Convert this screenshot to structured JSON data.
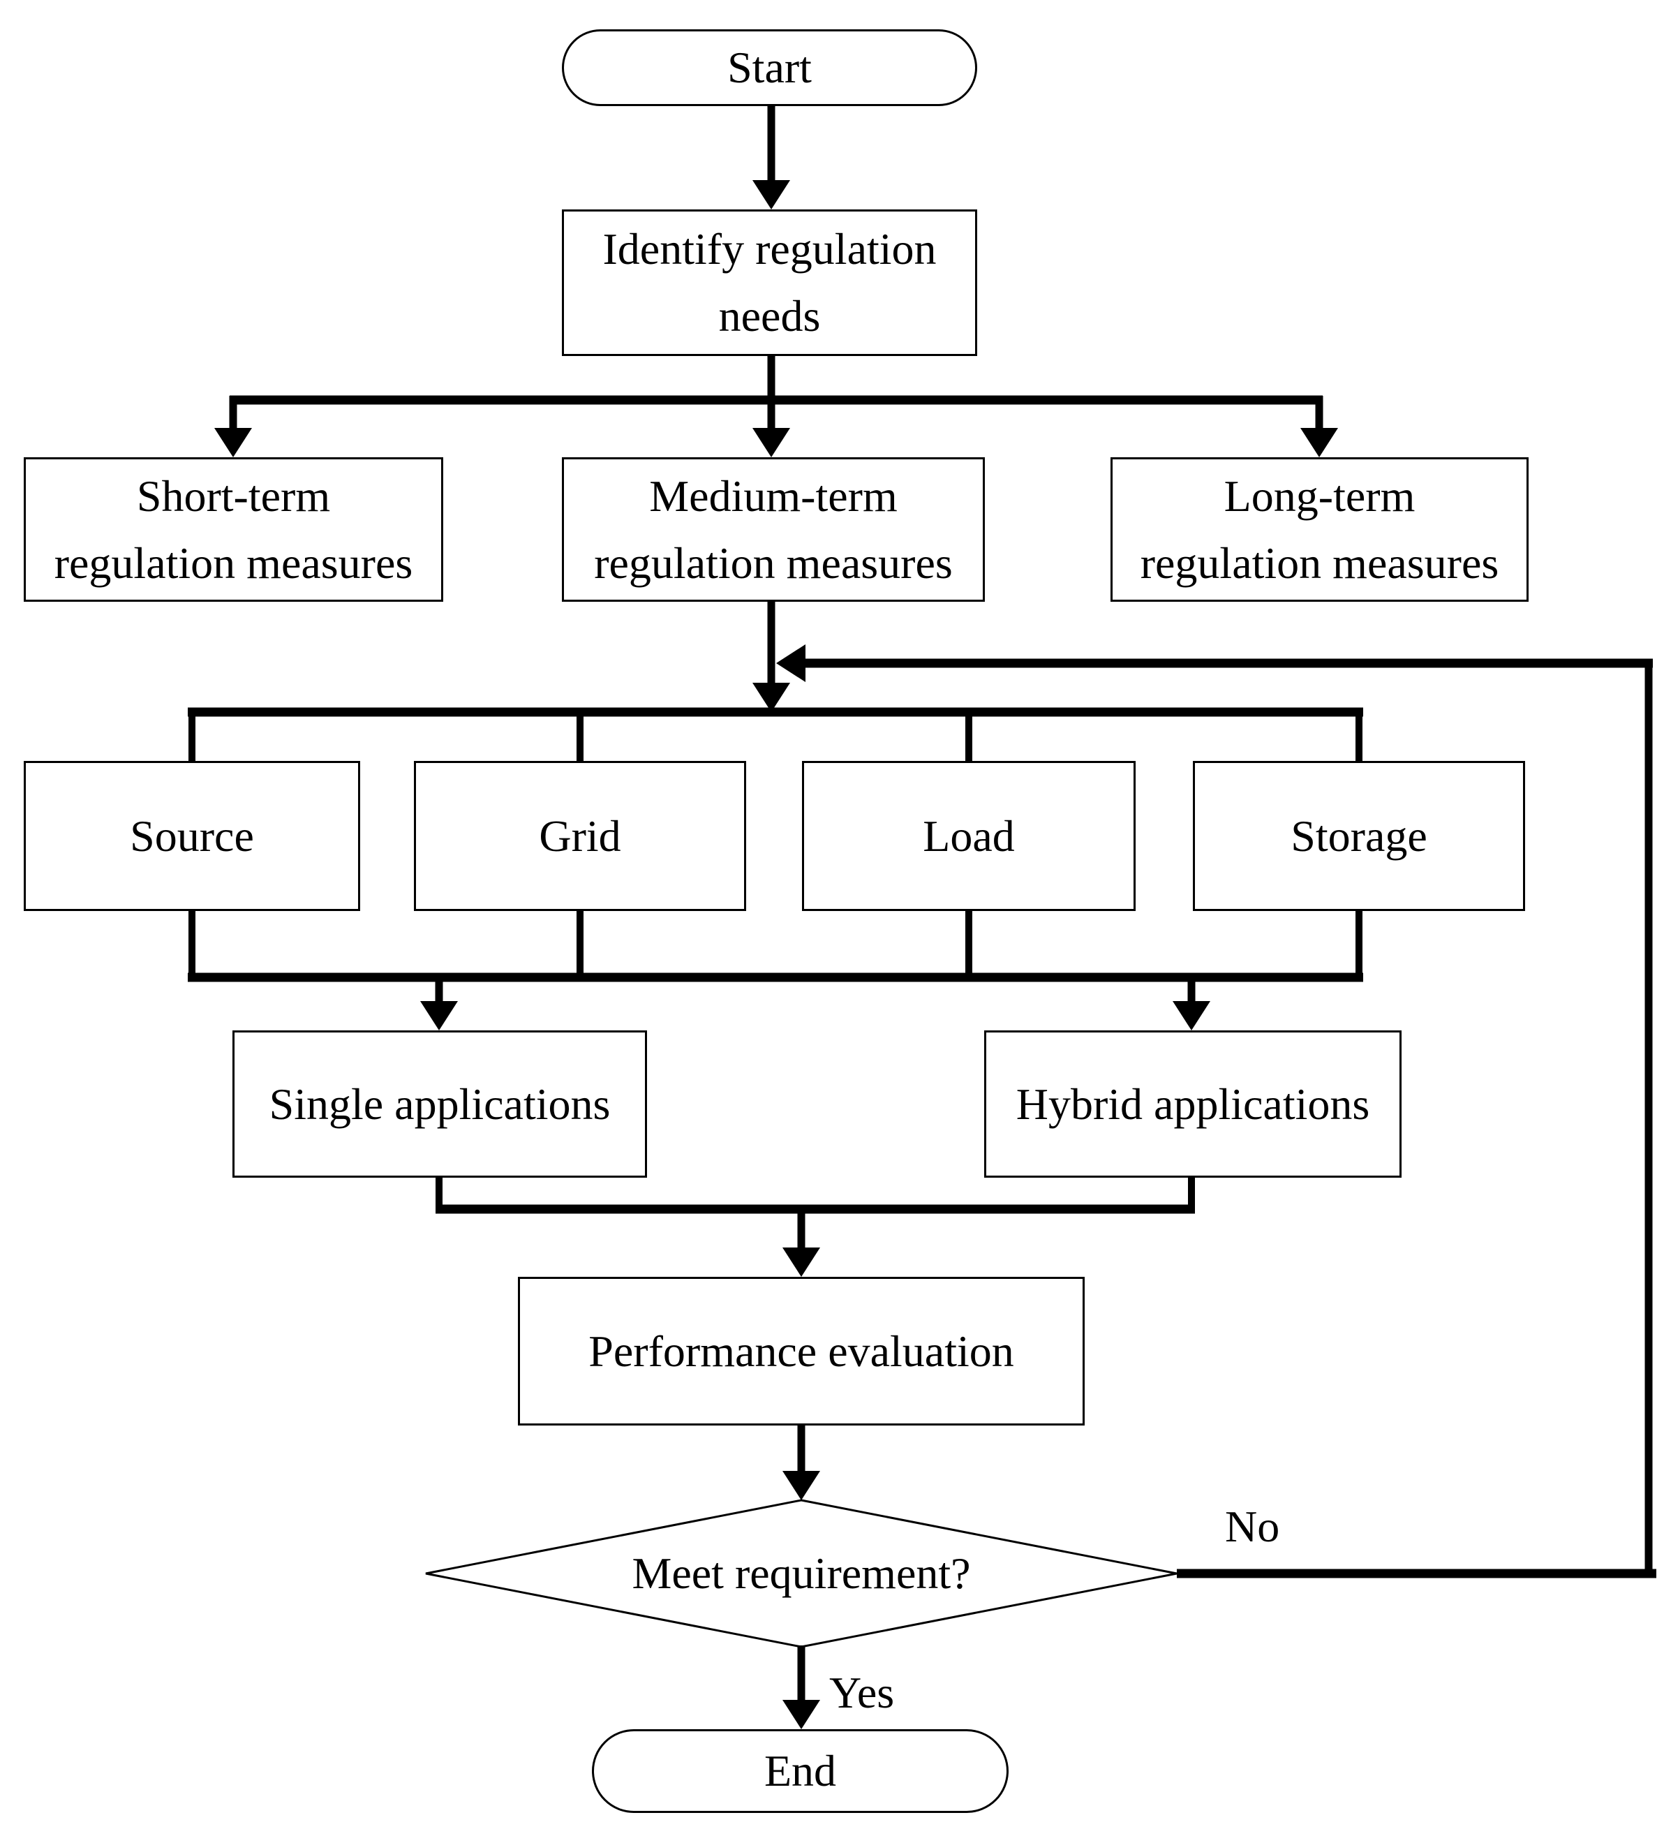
{
  "diagram": {
    "type": "flowchart",
    "colors": {
      "line": "#000000",
      "node_fill": "#ffffff",
      "background": "#ffffff",
      "text": "#000000"
    },
    "nodes": {
      "start": {
        "label": "Start",
        "shape": "terminator"
      },
      "identify": {
        "label": "Identify regulation\nneeds",
        "shape": "process"
      },
      "short_term": {
        "label": "Short-term\nregulation measures",
        "shape": "process"
      },
      "medium_term": {
        "label": "Medium-term\nregulation measures",
        "shape": "process"
      },
      "long_term": {
        "label": "Long-term\nregulation measures",
        "shape": "process"
      },
      "source": {
        "label": "Source",
        "shape": "process"
      },
      "grid": {
        "label": "Grid",
        "shape": "process"
      },
      "load": {
        "label": "Load",
        "shape": "process"
      },
      "storage": {
        "label": "Storage",
        "shape": "process"
      },
      "single_applications": {
        "label": "Single applications",
        "shape": "process"
      },
      "hybrid_applications": {
        "label": "Hybrid applications",
        "shape": "process"
      },
      "performance": {
        "label": "Performance evaluation",
        "shape": "process"
      },
      "decision": {
        "label": "Meet requirement?",
        "shape": "decision"
      },
      "end": {
        "label": "End",
        "shape": "terminator"
      }
    },
    "edge_labels": {
      "no": "No",
      "yes": "Yes"
    }
  }
}
